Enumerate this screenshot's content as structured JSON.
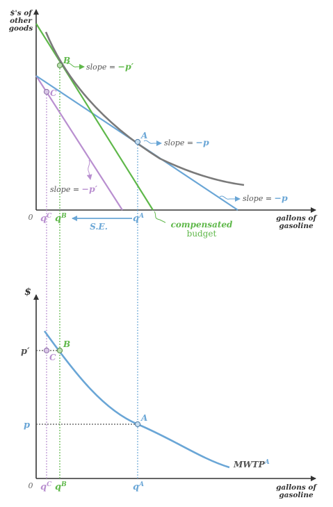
{
  "colors": {
    "green": "#5fb84a",
    "blue": "#6aa6d6",
    "purple": "#b98fd0",
    "gray": "#7a7a7a",
    "axis": "#333333"
  },
  "top": {
    "y_axis_label_line1": "$'s of",
    "y_axis_label_line2": "other",
    "y_axis_label_line3": "goods",
    "x_axis_label_line1": "gallons of",
    "x_axis_label_line2": "gasoline",
    "origin": "0",
    "point_b": "B",
    "point_c": "C",
    "point_a": "A",
    "slope_b_text": "slope = ",
    "slope_b_value": "−p′",
    "slope_a_text": "slope = ",
    "slope_a_value": "−p",
    "slope_c_text": "slope = ",
    "slope_c_value": "−p′",
    "slope_budget_text": "slope = ",
    "slope_budget_value": "−p",
    "q_c": "q",
    "q_c_sup": "C",
    "q_b": "q",
    "q_b_sup": "B",
    "q_a": "q",
    "q_a_sup": "A",
    "se_label": "S.E.",
    "compensated_line1": "compensated",
    "compensated_line2": "budget"
  },
  "bottom": {
    "y_axis_label": "$",
    "x_axis_label_line1": "gallons of",
    "x_axis_label_line2": "gasoline",
    "origin": "0",
    "p_prime": "p′",
    "p": "p",
    "point_b": "B",
    "point_c": "C",
    "point_a": "A",
    "mwtp": "MWTP",
    "mwtp_sup": "A",
    "q_c": "q",
    "q_c_sup": "C",
    "q_b": "q",
    "q_b_sup": "B",
    "q_a": "q",
    "q_a_sup": "A"
  }
}
